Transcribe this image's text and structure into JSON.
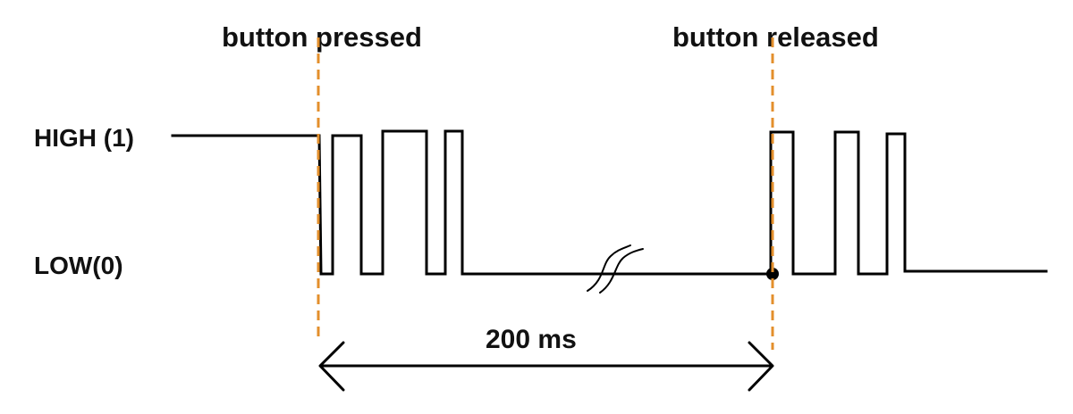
{
  "labels": {
    "button_pressed": "button pressed",
    "button_released": "button released",
    "high": "HIGH (1)",
    "low": "LOW(0)",
    "duration": "200 ms"
  },
  "colors": {
    "signal": "#000000",
    "marker": "#e38f2c",
    "text": "#111111"
  }
}
